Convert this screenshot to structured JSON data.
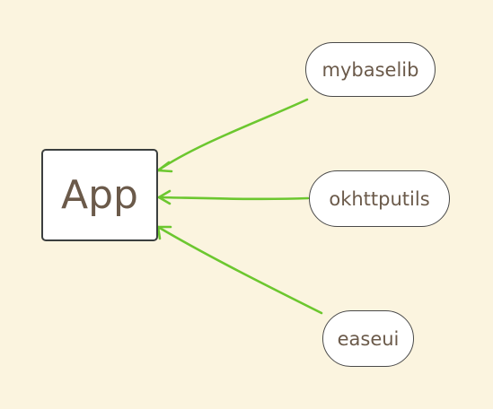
{
  "nodes": {
    "app": "App",
    "libs": [
      "mybaselib",
      "okhttputils",
      "easeui"
    ]
  },
  "colors": {
    "background": "#fbf4df",
    "edge": "#6cc72f",
    "node_border": "#3b3f3f",
    "label_text": "#6b5a4a"
  },
  "edges": [
    {
      "from": "mybaselib",
      "to": "App"
    },
    {
      "from": "okhttputils",
      "to": "App"
    },
    {
      "from": "easeui",
      "to": "App"
    }
  ]
}
